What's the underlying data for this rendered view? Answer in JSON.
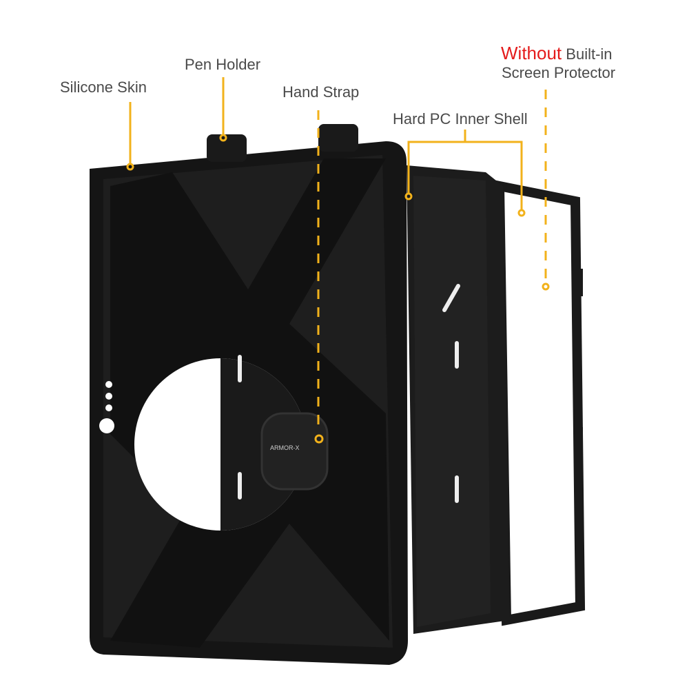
{
  "labels": {
    "silicone_skin": "Silicone Skin",
    "pen_holder": "Pen Holder",
    "hand_strap": "Hand Strap",
    "hard_pc_inner_shell": "Hard PC Inner Shell",
    "screen_protector_highlight": "Without",
    "screen_protector_line1_rest": "Built-in",
    "screen_protector_line2": "Screen Protector"
  },
  "brand": {
    "strap_logo": "ARMOR-X"
  },
  "colors": {
    "accent_yellow": "#f2b21b",
    "highlight_red": "#e41b1b",
    "label_gray": "#4a4a4a",
    "case_black": "#151515"
  }
}
